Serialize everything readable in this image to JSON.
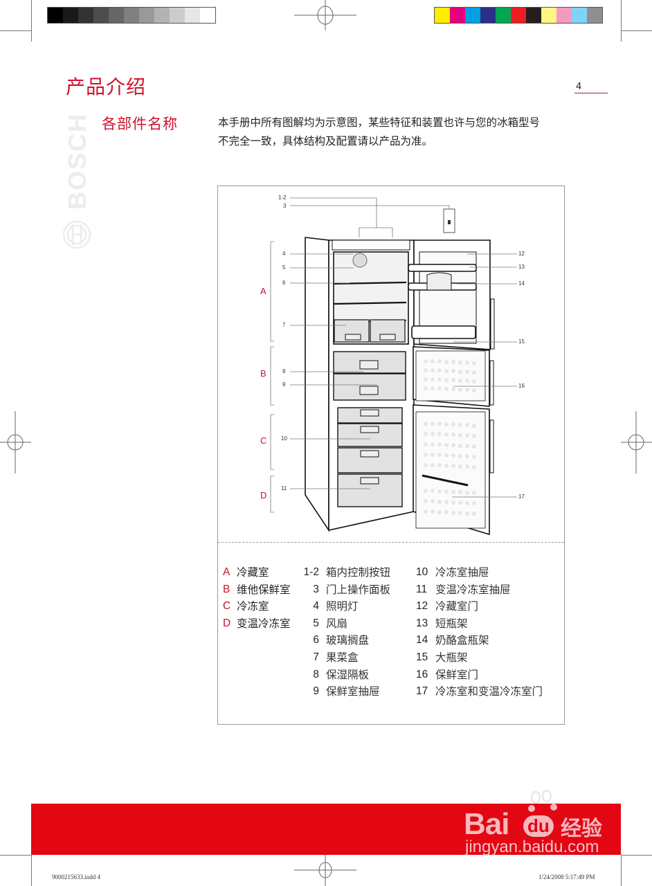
{
  "print_marks": {
    "gray_swatches": [
      "#000000",
      "#1a1a1a",
      "#333333",
      "#4d4d4d",
      "#666666",
      "#808080",
      "#999999",
      "#b3b3b3",
      "#cccccc",
      "#e6e6e6",
      "#ffffff"
    ],
    "color_swatches": [
      "#ffed00",
      "#e5007d",
      "#00a0e3",
      "#2b3087",
      "#00a651",
      "#ed1c24",
      "#231f20",
      "#fff685",
      "#f49ac1",
      "#7fd3f7",
      "#8f8f8f"
    ]
  },
  "header": {
    "title": "产品介绍",
    "page_number": "4",
    "section_title": "各部件名称",
    "intro_line1": "本手册中所有图解均为示意图，某些特征和装置也许与您的冰箱型号",
    "intro_line2": "不完全一致，具体结构及配置请以产品为准。"
  },
  "brand": {
    "name": "BOSCH",
    "accent_color": "#d0112b"
  },
  "diagram": {
    "left_callouts": [
      "1-2",
      "3",
      "4",
      "5",
      "6",
      "7",
      "8",
      "9",
      "10",
      "11"
    ],
    "right_callouts": [
      "12",
      "13",
      "14",
      "15",
      "16",
      "17"
    ],
    "sections": [
      "A",
      "B",
      "C",
      "D"
    ]
  },
  "legend": {
    "sections": [
      {
        "key": "A",
        "label": "冷藏室"
      },
      {
        "key": "B",
        "label": "维他保鲜室"
      },
      {
        "key": "C",
        "label": "冷冻室"
      },
      {
        "key": "D",
        "label": "变温冷冻室"
      }
    ],
    "parts_col1": [
      {
        "key": "1-2",
        "label": "箱内控制按钮"
      },
      {
        "key": "3",
        "label": "门上操作面板"
      },
      {
        "key": "4",
        "label": "照明灯"
      },
      {
        "key": "5",
        "label": "风扇"
      },
      {
        "key": "6",
        "label": "玻璃搁盘"
      },
      {
        "key": "7",
        "label": "果菜盒"
      },
      {
        "key": "8",
        "label": "保湿隔板"
      },
      {
        "key": "9",
        "label": "保鲜室抽屉"
      }
    ],
    "parts_col2": [
      {
        "key": "10",
        "label": "冷冻室抽屉"
      },
      {
        "key": "11",
        "label": "变温冷冻室抽屉"
      },
      {
        "key": "12",
        "label": "冷藏室门"
      },
      {
        "key": "13",
        "label": "短瓶架"
      },
      {
        "key": "14",
        "label": "奶酪盒瓶架"
      },
      {
        "key": "15",
        "label": "大瓶架"
      },
      {
        "key": "16",
        "label": "保鲜室门"
      },
      {
        "key": "17",
        "label": "冷冻室和变温冷冻室门"
      }
    ]
  },
  "watermark": {
    "logo_text": "Bai",
    "logo_paw": "du",
    "logo_cn": "经验",
    "url": "jingyan.baidu.com"
  },
  "footer": {
    "file": "9000215633.indd   4",
    "timestamp": "1/24/2008   5:17:49 PM"
  }
}
